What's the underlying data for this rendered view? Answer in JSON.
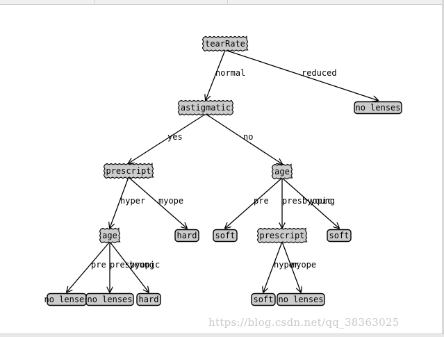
{
  "tree": {
    "nodes": [
      {
        "id": "n_tearRate",
        "label": "tearRate",
        "kind": "decision"
      },
      {
        "id": "n_astigmatic",
        "label": "astigmatic",
        "kind": "decision"
      },
      {
        "id": "n_nolenses_top",
        "label": "no lenses",
        "kind": "leaf"
      },
      {
        "id": "n_prescript_left",
        "label": "prescript",
        "kind": "decision"
      },
      {
        "id": "n_age_right",
        "label": "age",
        "kind": "decision"
      },
      {
        "id": "n_age_left",
        "label": "age",
        "kind": "decision"
      },
      {
        "id": "n_hard_mid",
        "label": "hard",
        "kind": "leaf"
      },
      {
        "id": "n_soft_a",
        "label": "soft",
        "kind": "leaf"
      },
      {
        "id": "n_prescript_right",
        "label": "prescript",
        "kind": "decision"
      },
      {
        "id": "n_soft_b",
        "label": "soft",
        "kind": "leaf"
      },
      {
        "id": "n_nolenses_1",
        "label": "no lenses",
        "kind": "leaf"
      },
      {
        "id": "n_nolenses_2",
        "label": "no lenses",
        "kind": "leaf"
      },
      {
        "id": "n_hard_bottom",
        "label": "hard",
        "kind": "leaf"
      },
      {
        "id": "n_soft_c",
        "label": "soft",
        "kind": "leaf"
      },
      {
        "id": "n_nolenses_3",
        "label": "no lenses",
        "kind": "leaf"
      }
    ],
    "edges": [
      {
        "from": "n_tearRate",
        "to": "n_astigmatic",
        "label": "normal"
      },
      {
        "from": "n_tearRate",
        "to": "n_nolenses_top",
        "label": "reduced"
      },
      {
        "from": "n_astigmatic",
        "to": "n_prescript_left",
        "label": "yes"
      },
      {
        "from": "n_astigmatic",
        "to": "n_age_right",
        "label": "no"
      },
      {
        "from": "n_prescript_left",
        "to": "n_age_left",
        "label": "hyper"
      },
      {
        "from": "n_prescript_left",
        "to": "n_hard_mid",
        "label": "myope"
      },
      {
        "from": "n_age_right",
        "to": "n_soft_a",
        "label": "pre"
      },
      {
        "from": "n_age_right",
        "to": "n_prescript_right",
        "label": "presbyopic"
      },
      {
        "from": "n_age_right",
        "to": "n_soft_b",
        "label": "young"
      },
      {
        "from": "n_age_left",
        "to": "n_nolenses_1",
        "label": "pre"
      },
      {
        "from": "n_age_left",
        "to": "n_nolenses_2",
        "label": "presbyopic"
      },
      {
        "from": "n_age_left",
        "to": "n_hard_bottom",
        "label": "young"
      },
      {
        "from": "n_prescript_right",
        "to": "n_soft_c",
        "label": "hyper"
      },
      {
        "from": "n_prescript_right",
        "to": "n_nolenses_3",
        "label": "myope"
      }
    ]
  },
  "colors": {
    "node_fill": "#cccccc",
    "stroke": "#000000",
    "background": "#ffffff",
    "watermark": "#c9c9c9"
  },
  "watermark": "https://blog.csdn.net/qq_38363025"
}
